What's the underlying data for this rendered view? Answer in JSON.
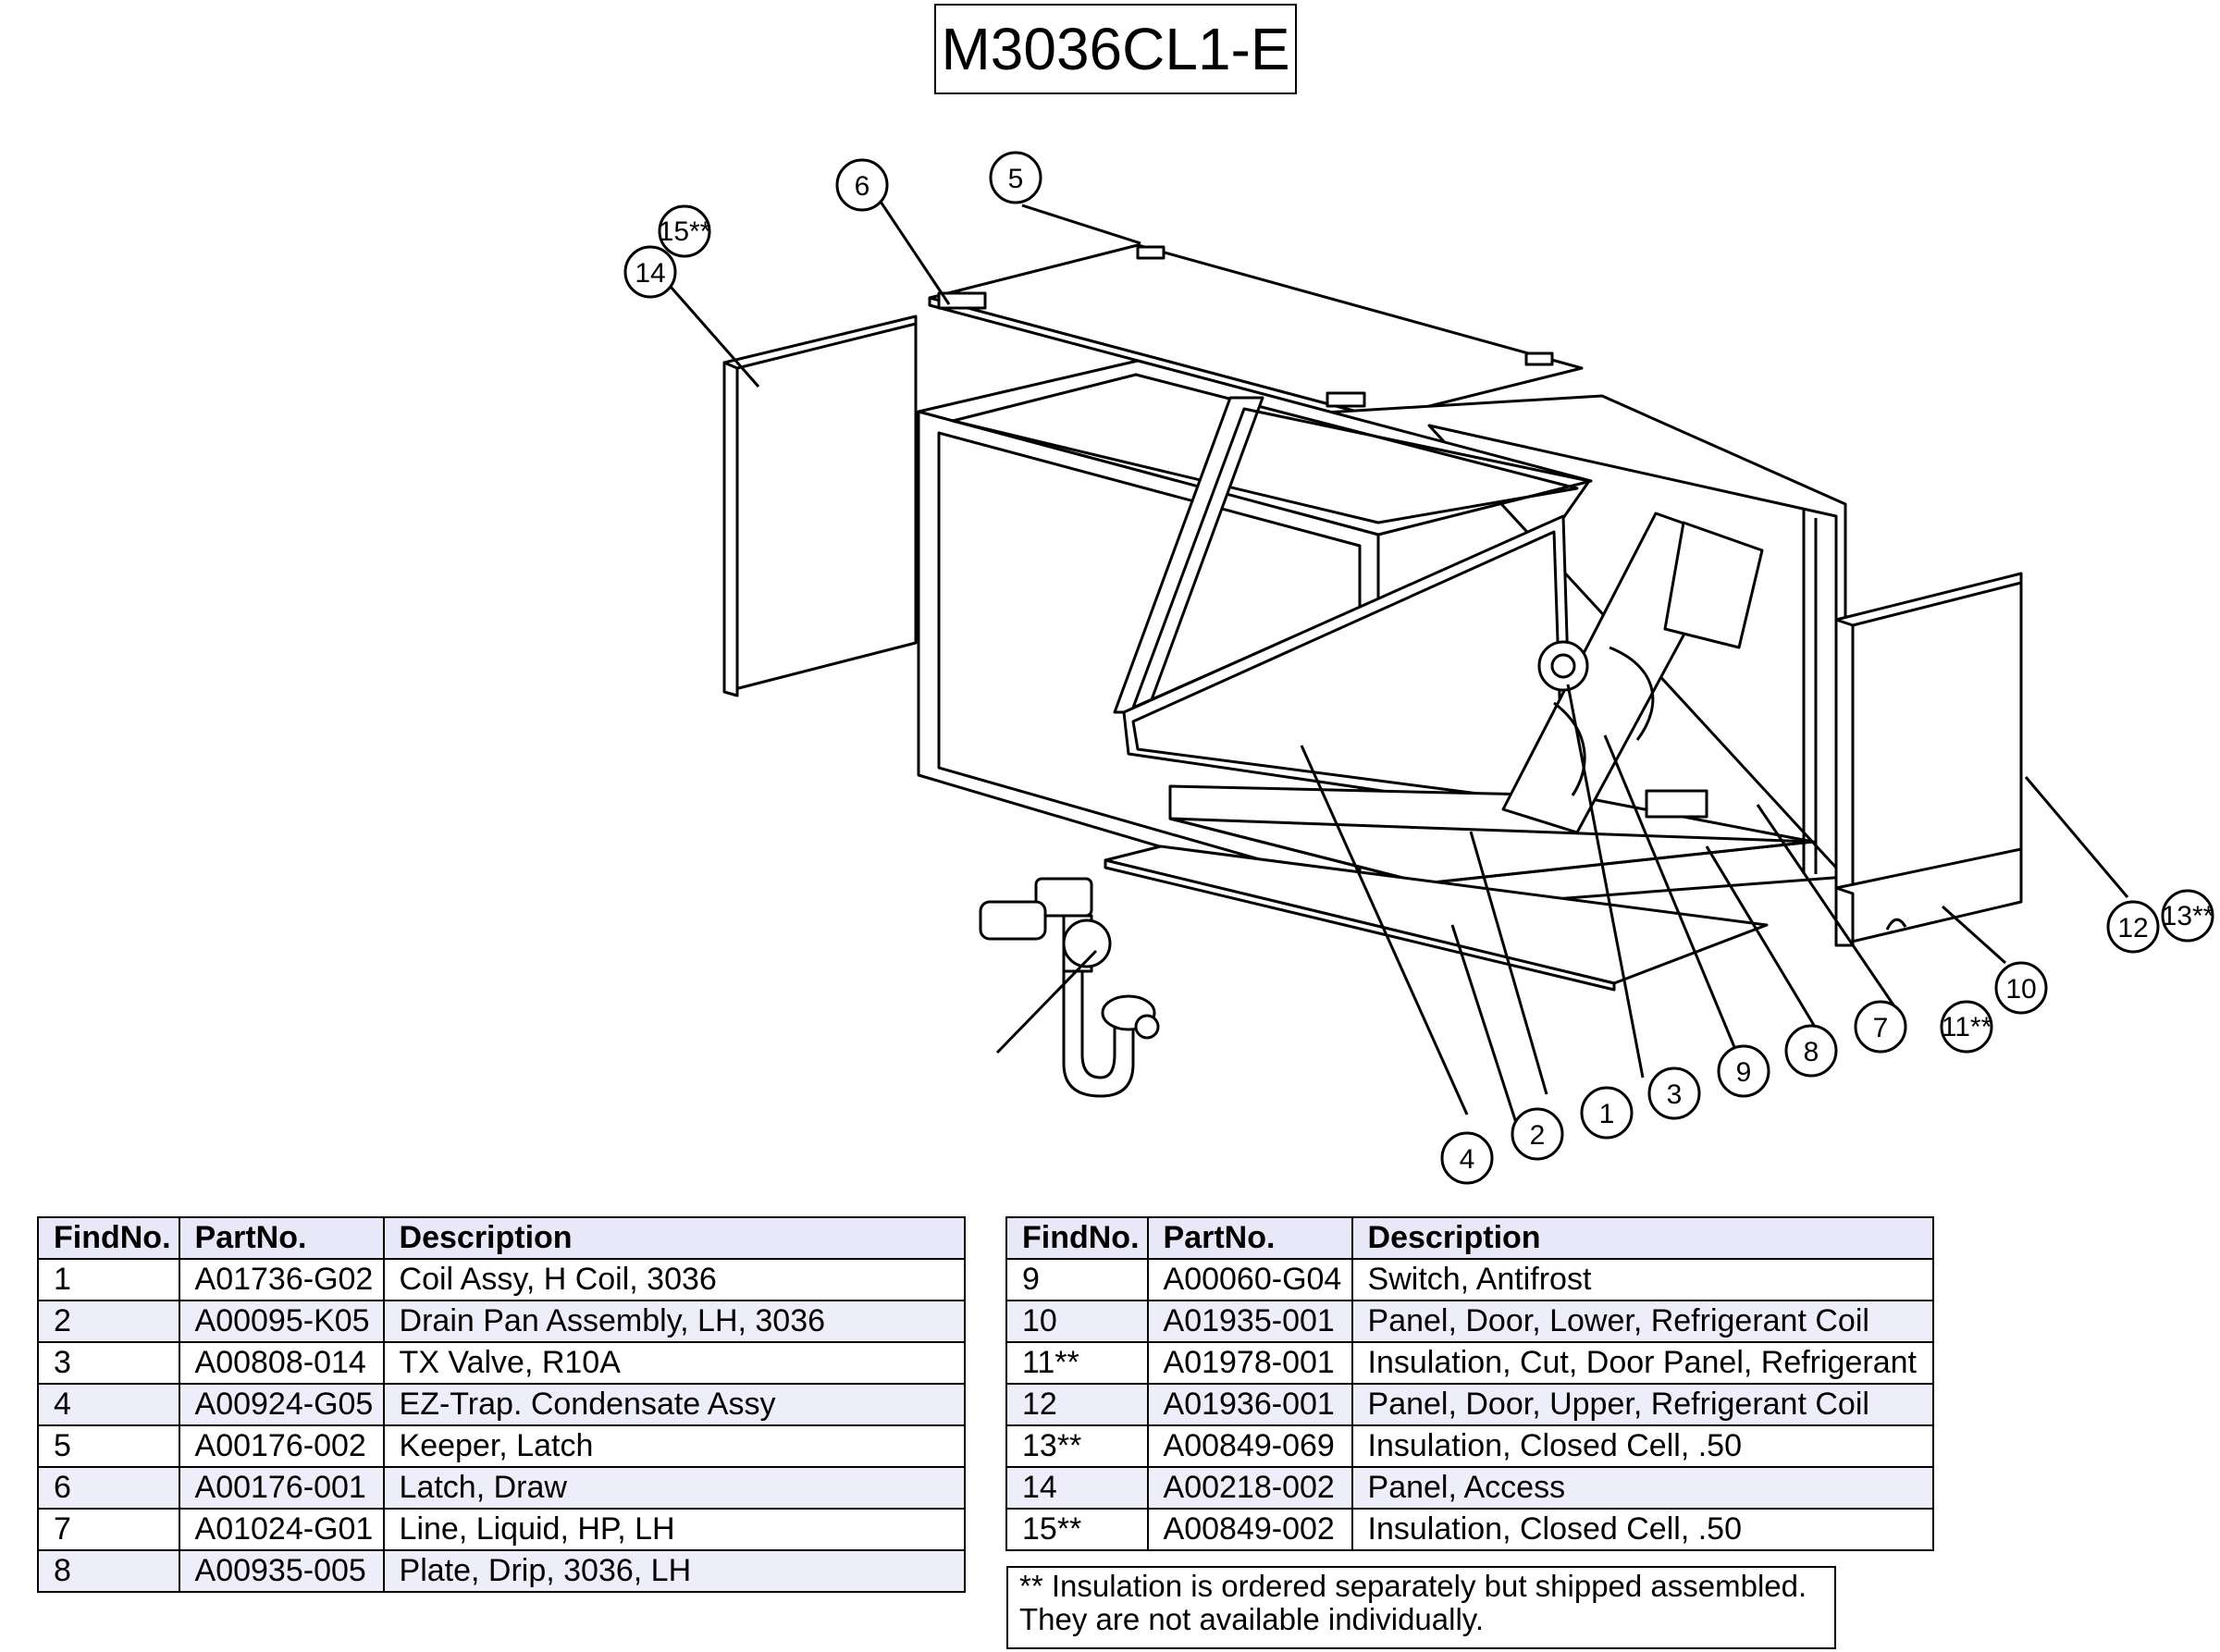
{
  "title": "M3036CL1-E",
  "callouts": [
    {
      "label": "1"
    },
    {
      "label": "2"
    },
    {
      "label": "3"
    },
    {
      "label": "4"
    },
    {
      "label": "5"
    },
    {
      "label": "6"
    },
    {
      "label": "7"
    },
    {
      "label": "8"
    },
    {
      "label": "9"
    },
    {
      "label": "10"
    },
    {
      "label": "11**"
    },
    {
      "label": "12"
    },
    {
      "label": "13**"
    },
    {
      "label": "14"
    },
    {
      "label": "15**"
    }
  ],
  "table_headers": {
    "find": "FindNo.",
    "part": "PartNo.",
    "desc": "Description"
  },
  "parts_left": [
    {
      "find": "1",
      "part": "A01736-G02",
      "desc": "Coil Assy, H Coil, 3036"
    },
    {
      "find": "2",
      "part": "A00095-K05",
      "desc": "Drain Pan Assembly, LH, 3036"
    },
    {
      "find": "3",
      "part": "A00808-014",
      "desc": "TX Valve, R10A"
    },
    {
      "find": "4",
      "part": "A00924-G05",
      "desc": "EZ-Trap. Condensate Assy"
    },
    {
      "find": "5",
      "part": "A00176-002",
      "desc": "Keeper, Latch"
    },
    {
      "find": "6",
      "part": "A00176-001",
      "desc": "Latch, Draw"
    },
    {
      "find": "7",
      "part": "A01024-G01",
      "desc": "Line, Liquid, HP, LH"
    },
    {
      "find": "8",
      "part": "A00935-005",
      "desc": "Plate, Drip, 3036, LH"
    }
  ],
  "parts_right": [
    {
      "find": "9",
      "part": "A00060-G04",
      "desc": "Switch, Antifrost"
    },
    {
      "find": "10",
      "part": "A01935-001",
      "desc": "Panel, Door, Lower, Refrigerant Coil"
    },
    {
      "find": "11**",
      "part": "A01978-001",
      "desc": "Insulation, Cut, Door Panel, Refrigerant"
    },
    {
      "find": "12",
      "part": "A01936-001",
      "desc": "Panel, Door, Upper, Refrigerant Coil"
    },
    {
      "find": "13**",
      "part": "A00849-069",
      "desc": "Insulation, Closed Cell, .50"
    },
    {
      "find": "14",
      "part": "A00218-002",
      "desc": "Panel, Access"
    },
    {
      "find": "15**",
      "part": "A00849-002",
      "desc": "Insulation, Closed Cell, .50"
    }
  ],
  "note": {
    "line1": "** Insulation is ordered separately but shipped assembled.",
    "line2": "They are not available individually."
  }
}
